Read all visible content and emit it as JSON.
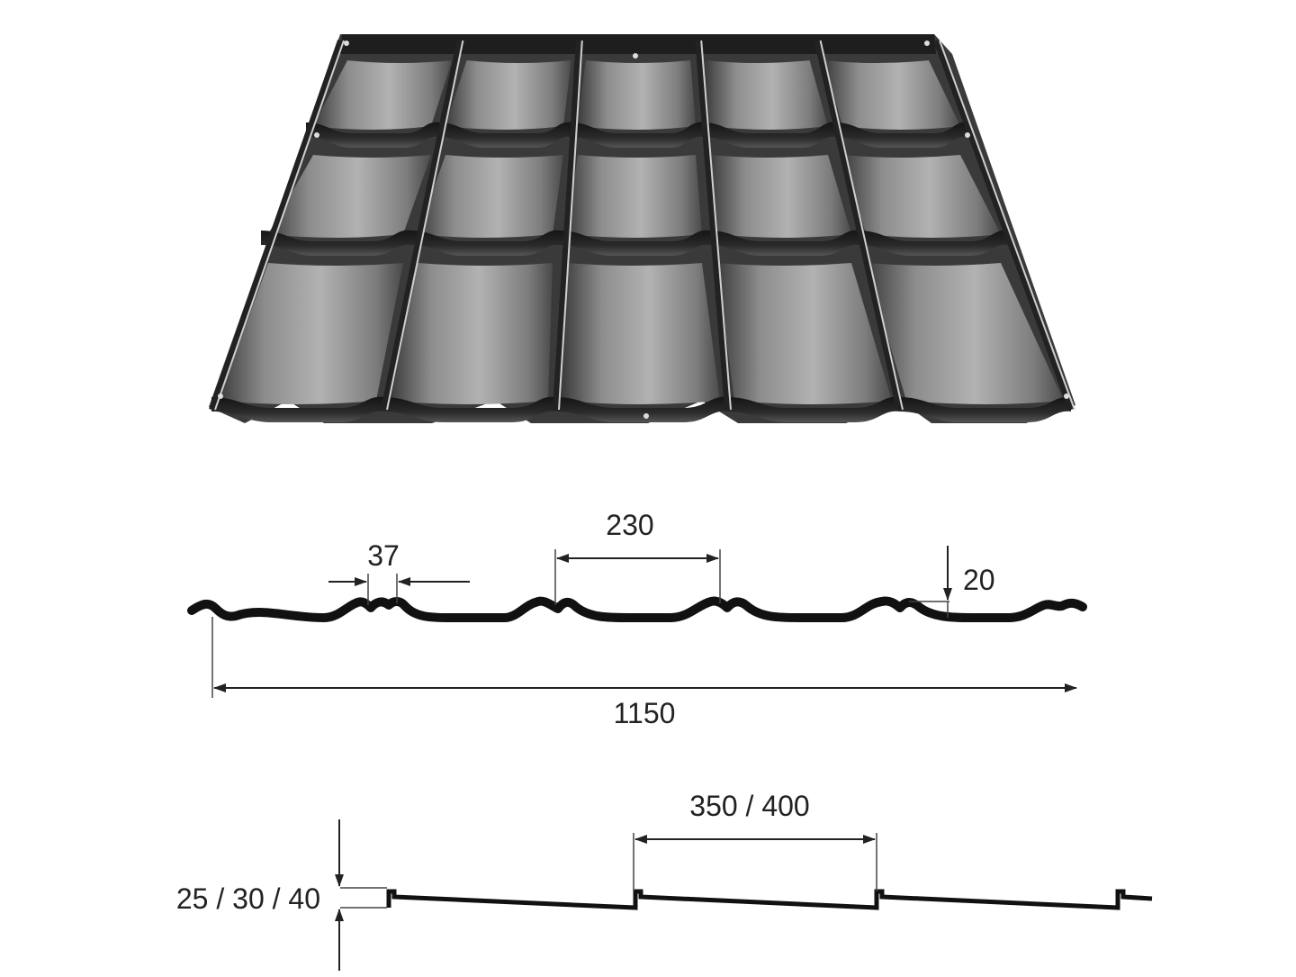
{
  "profile_dimensions": {
    "pitch_label": "230",
    "rib_width_label": "37",
    "profile_height_label": "20",
    "total_width_label": "1150"
  },
  "step_dimensions": {
    "step_length_label": "350 / 400",
    "step_height_label": "25 / 30 / 40"
  },
  "colors": {
    "sheet_dark": "#2e2e2e",
    "sheet_mid": "#6e6e6e",
    "sheet_light": "#a5a5a5",
    "line": "#111111",
    "dimension_line": "#222222"
  }
}
